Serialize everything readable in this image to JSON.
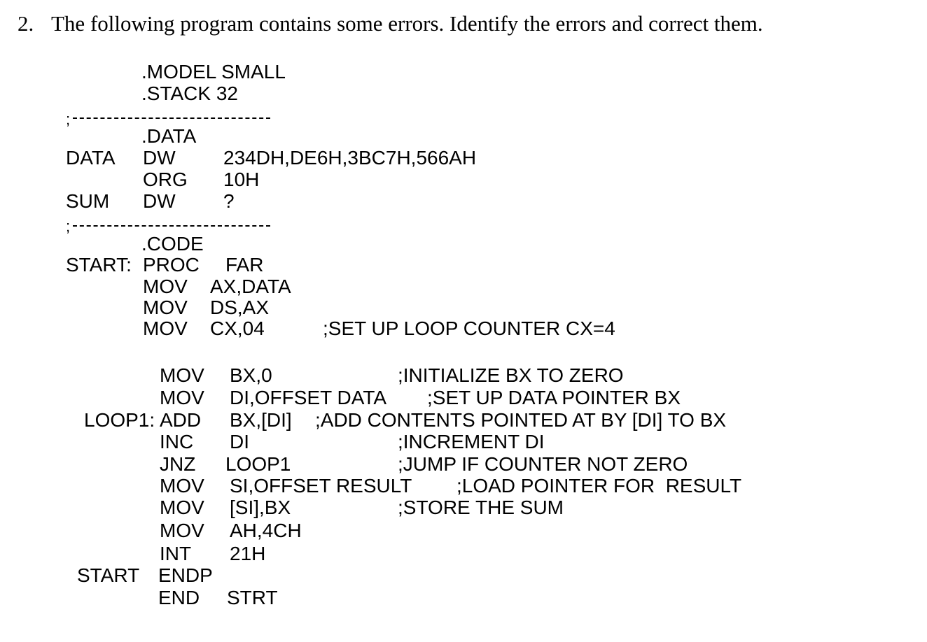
{
  "question": {
    "number": "2.",
    "text": "The following program contains some errors. Identify the errors and correct them."
  },
  "program": {
    "directives": {
      "model": ".MODEL SMALL",
      "stack": ".STACK 32",
      "data": ".DATA",
      "code": ".CODE"
    },
    "separator_semicolon": ";",
    "data_section": [
      {
        "label": "DATA",
        "op": "DW",
        "operand": "234DH,DE6H,3BC7H,566AH"
      },
      {
        "label": "",
        "op": "ORG",
        "operand": "10H"
      },
      {
        "label": "SUM",
        "op": "DW",
        "operand": "?"
      }
    ],
    "code_head": [
      {
        "label": "START:",
        "op": "PROC",
        "operand": "FAR",
        "comment": ""
      },
      {
        "label": "",
        "op": "MOV",
        "operand": "AX,DATA",
        "comment": ""
      },
      {
        "label": "",
        "op": "MOV",
        "operand": "DS,AX",
        "comment": ""
      },
      {
        "label": "",
        "op": "MOV",
        "operand": "CX,04",
        "comment": ";SET UP LOOP COUNTER CX=4"
      }
    ],
    "code_body": [
      {
        "label": "",
        "op": "MOV",
        "operand": "BX,0",
        "comment": ";INITIALIZE BX TO ZERO"
      },
      {
        "label": "",
        "op": "MOV",
        "operand": "DI,OFFSET DATA",
        "comment": ";SET UP DATA POINTER BX"
      },
      {
        "label": "LOOP1:",
        "op": "ADD",
        "operand": "BX,[DI]",
        "comment": ";ADD CONTENTS POINTED AT BY [DI] TO BX"
      },
      {
        "label": "",
        "op": "INC",
        "operand": "DI",
        "comment": ";INCREMENT DI"
      },
      {
        "label": "",
        "op": "JNZ",
        "operand": "LOOP1",
        "comment": ";JUMP IF COUNTER NOT ZERO"
      },
      {
        "label": "",
        "op": "MOV",
        "operand": "SI,OFFSET RESULT",
        "comment": ";LOAD POINTER FOR  RESULT"
      },
      {
        "label": "",
        "op": "MOV",
        "operand": "[SI],BX",
        "comment": ";STORE THE SUM"
      },
      {
        "label": "",
        "op": "MOV",
        "operand": "AH,4CH",
        "comment": ""
      },
      {
        "label": "",
        "op": "INT",
        "operand": "21H",
        "comment": ""
      },
      {
        "label": "START",
        "op": "ENDP",
        "operand": "",
        "comment": ""
      },
      {
        "label": "",
        "op": "END",
        "operand": "STRT",
        "comment": ""
      }
    ]
  }
}
